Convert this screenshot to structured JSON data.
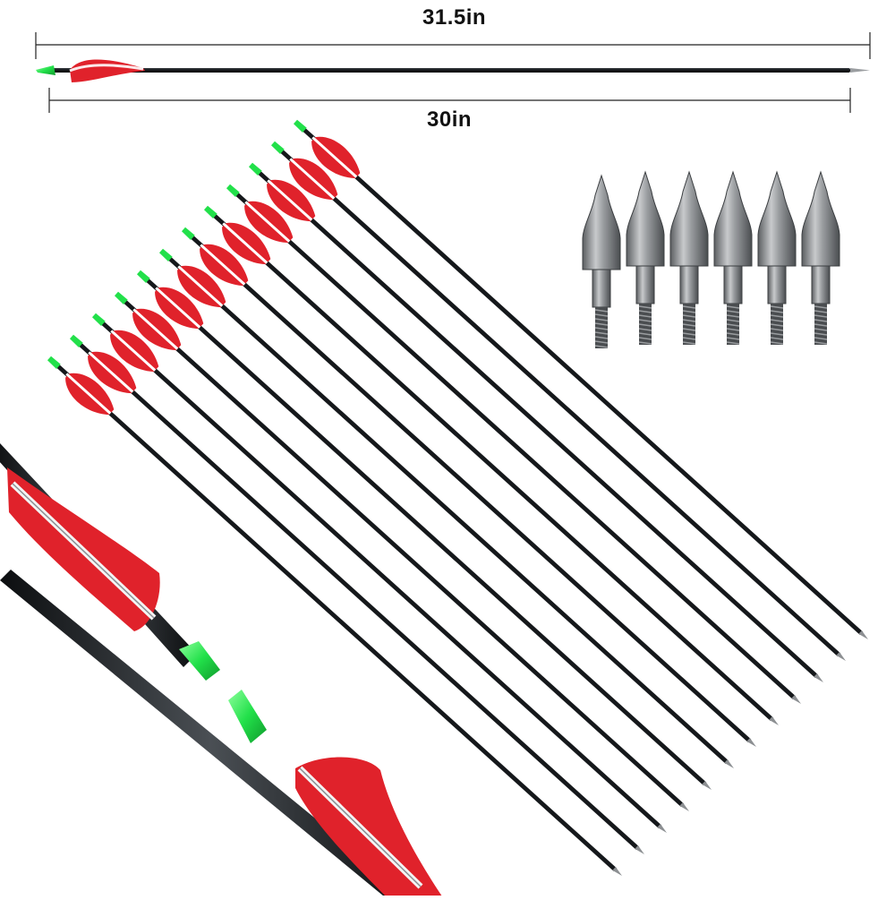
{
  "dimensions": {
    "total_length": "31.5in",
    "shaft_length": "30in"
  },
  "product": {
    "arrow_count": 12,
    "arrowhead_count": 6,
    "colors": {
      "shaft": "#15181b",
      "fletching": "#e0222b",
      "nock": "#22e04a",
      "arrowhead": "#8c8f92",
      "background": "#ffffff"
    }
  },
  "icons": {
    "arrow": "arrow-photo",
    "arrowhead": "field-point-photo",
    "measure": "dimension-line"
  }
}
